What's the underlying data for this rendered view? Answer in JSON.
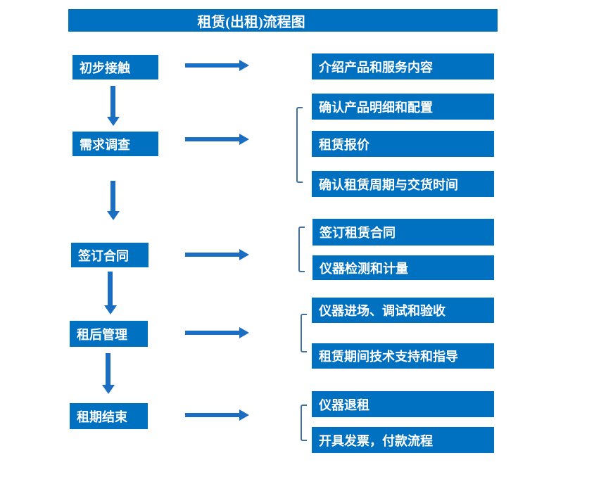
{
  "title": "租赁(出租)流程图",
  "colors": {
    "box-blue": "#0070C0",
    "arrow-blue": "#1B6EC2",
    "bracket-blue": "#41719C",
    "text-white": "#FFFFFF",
    "background": "#FFFFFF"
  },
  "steps": [
    {
      "label": "初步接触",
      "outputs": [
        "介绍产品和服务内容"
      ]
    },
    {
      "label": "需求调查",
      "outputs": [
        "确认产品明细和配置",
        "租赁报价",
        "确认租赁周期与交货时间"
      ]
    },
    {
      "label": "签订合同",
      "outputs": [
        "签订租赁合同",
        "仪器检测和计量"
      ]
    },
    {
      "label": "租后管理",
      "outputs": [
        "仪器进场、调试和验收",
        "租赁期间技术支持和指导"
      ]
    },
    {
      "label": "租期结束",
      "outputs": [
        "仪器退租",
        "开具发票，付款流程"
      ]
    }
  ]
}
